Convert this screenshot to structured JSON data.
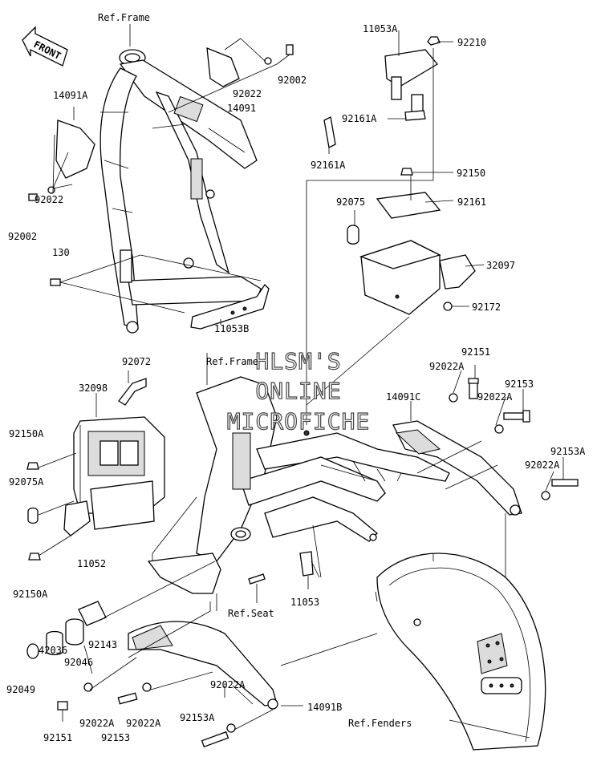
{
  "watermark": {
    "line1": "HLSM'S",
    "line2": "ONLINE",
    "line3": "MICROFICHE"
  },
  "front_arrow": "FRONT",
  "labels": {
    "ref_frame_top": "Ref.Frame",
    "ref_frame_mid": "Ref.Frame",
    "ref_seat": "Ref.Seat",
    "ref_fenders": "Ref.Fenders",
    "p11053A": "11053A",
    "p92210": "92210",
    "p92002_top": "92002",
    "p92022_top": "92022",
    "p14091": "14091",
    "p14091A": "14091A",
    "p92161A_a": "92161A",
    "p92161A_b": "92161A",
    "p92150": "92150",
    "p92075": "92075",
    "p92161": "92161",
    "p32097": "32097",
    "p92172": "92172",
    "p92022_left": "92022",
    "p92002_left": "92002",
    "p130": "130",
    "p11053B": "11053B",
    "p92072": "92072",
    "p32098": "32098",
    "p92150A_top": "92150A",
    "p92075A": "92075A",
    "p11052": "11052",
    "p92150A_bot": "92150A",
    "p92151_right": "92151",
    "p92022A_r1": "92022A",
    "p92153_right": "92153",
    "p14091C": "14091C",
    "p92022A_r2": "92022A",
    "p92153A_right": "92153A",
    "p92022A_r3": "92022A",
    "p11053": "11053",
    "p92143": "92143",
    "p92046": "92046",
    "p42036": "42036",
    "p92049": "92049",
    "p92022A_b1": "92022A",
    "p92022A_b2": "92022A",
    "p92022A_b3": "92022A",
    "p92151_bot": "92151",
    "p92153_bot": "92153",
    "p92153A_bot": "92153A",
    "p14091B": "14091B"
  }
}
